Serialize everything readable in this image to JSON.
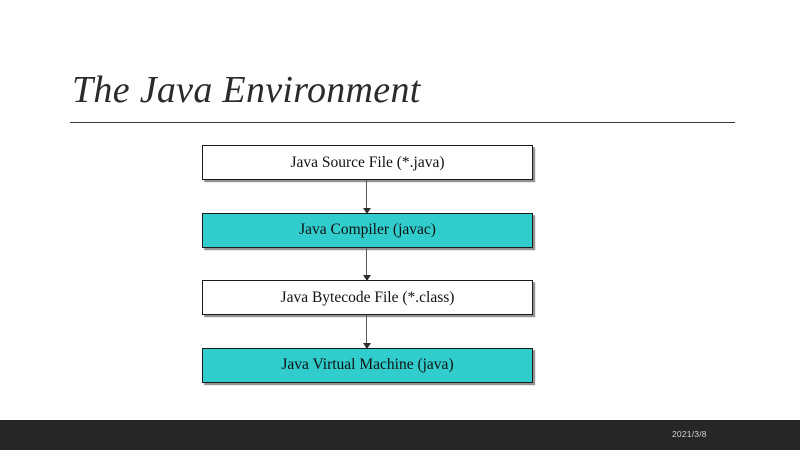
{
  "slide": {
    "title": "The Java Environment",
    "background_color": "#ffffff",
    "title_color": "#2b2b2b",
    "rule_color": "#3a3a3a"
  },
  "diagram": {
    "type": "flowchart",
    "orientation": "vertical",
    "accent_color": "#31cccc",
    "border_color": "#1a1a1a",
    "connector_color": "#5a5a5a",
    "nodes": [
      {
        "label": "Java Source File (*.java)",
        "fill": "white"
      },
      {
        "label": "Java Compiler (javac)",
        "fill": "teal"
      },
      {
        "label": "Java Bytecode File (*.class)",
        "fill": "white"
      },
      {
        "label": "Java Virtual Machine (java)",
        "fill": "teal"
      }
    ],
    "connectors": [
      {
        "from": "Java Source File (*.java)",
        "to": "Java Compiler (javac)",
        "arrow": "down"
      },
      {
        "from": "Java Compiler (javac)",
        "to": "Java Bytecode File (*.class)",
        "arrow": "down"
      },
      {
        "from": "Java Bytecode File (*.class)",
        "to": "Java Virtual Machine (java)",
        "arrow": "down"
      }
    ]
  },
  "footer": {
    "date": "2021/3/8",
    "bar_color": "#262626",
    "text_color": "#cfd3d6"
  }
}
